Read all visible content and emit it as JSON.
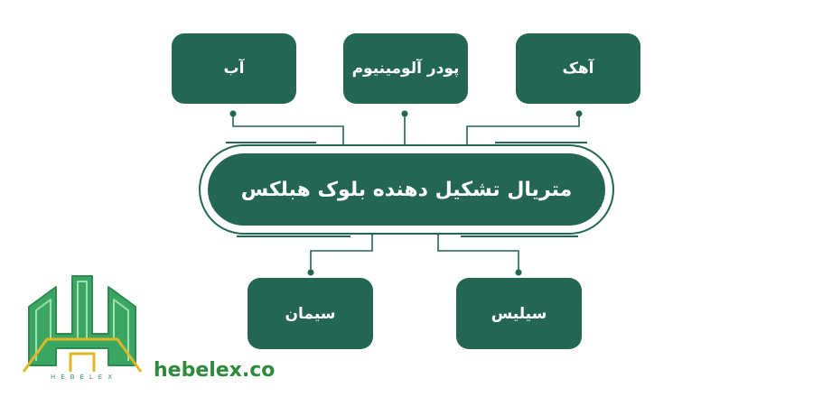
{
  "diagram": {
    "center_label": "متریال تشکیل دهنده بلوک هبلکس",
    "top_nodes": [
      "آب",
      "پودر آلومینیوم",
      "آهک"
    ],
    "bottom_nodes": [
      "سیمان",
      "سیلیس"
    ]
  },
  "branding": {
    "logo_tagline": "HEBELEX",
    "website": "hebelex.co"
  },
  "colors": {
    "node_fill": "#236653",
    "connector": "#236653",
    "logo_green": "#3aa661",
    "logo_yellow": "#e0b728",
    "website_text": "#2e8b3e"
  }
}
